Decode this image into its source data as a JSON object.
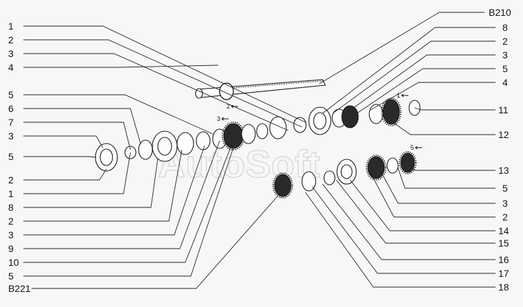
{
  "watermark": "AutoSoft",
  "left_callouts": [
    "1",
    "2",
    "3",
    "4",
    "5",
    "6",
    "7",
    "3",
    "5",
    "2",
    "1",
    "8",
    "2",
    "3",
    "9",
    "10",
    "5",
    "B221"
  ],
  "right_callouts": [
    "B210",
    "8",
    "2",
    "3",
    "5",
    "4",
    "11",
    "12",
    "13",
    "5",
    "3",
    "2",
    "14",
    "15",
    "16",
    "17",
    "18"
  ],
  "direction_marks": [
    "1",
    "2",
    "3",
    "5"
  ]
}
